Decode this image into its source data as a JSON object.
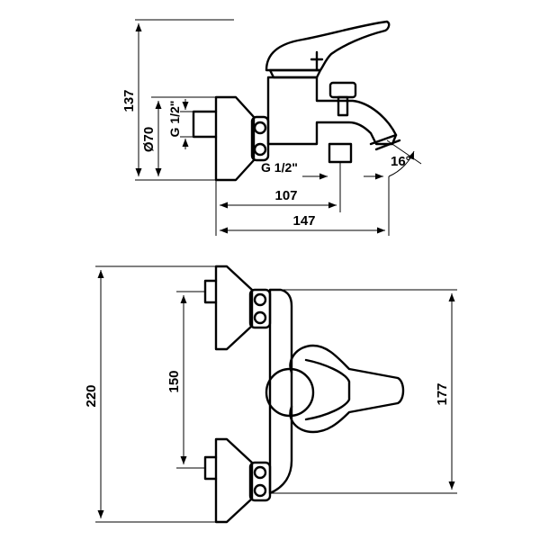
{
  "drawing": {
    "dimensions": {
      "height_top": "137",
      "diameter": "Ø70",
      "thread_side": "G 1/2\"",
      "thread_bottom": "G 1/2\"",
      "angle": "16°",
      "depth_outlet": "107",
      "depth_total": "147",
      "height_total": "220",
      "centers": "150",
      "width_body": "177"
    }
  }
}
